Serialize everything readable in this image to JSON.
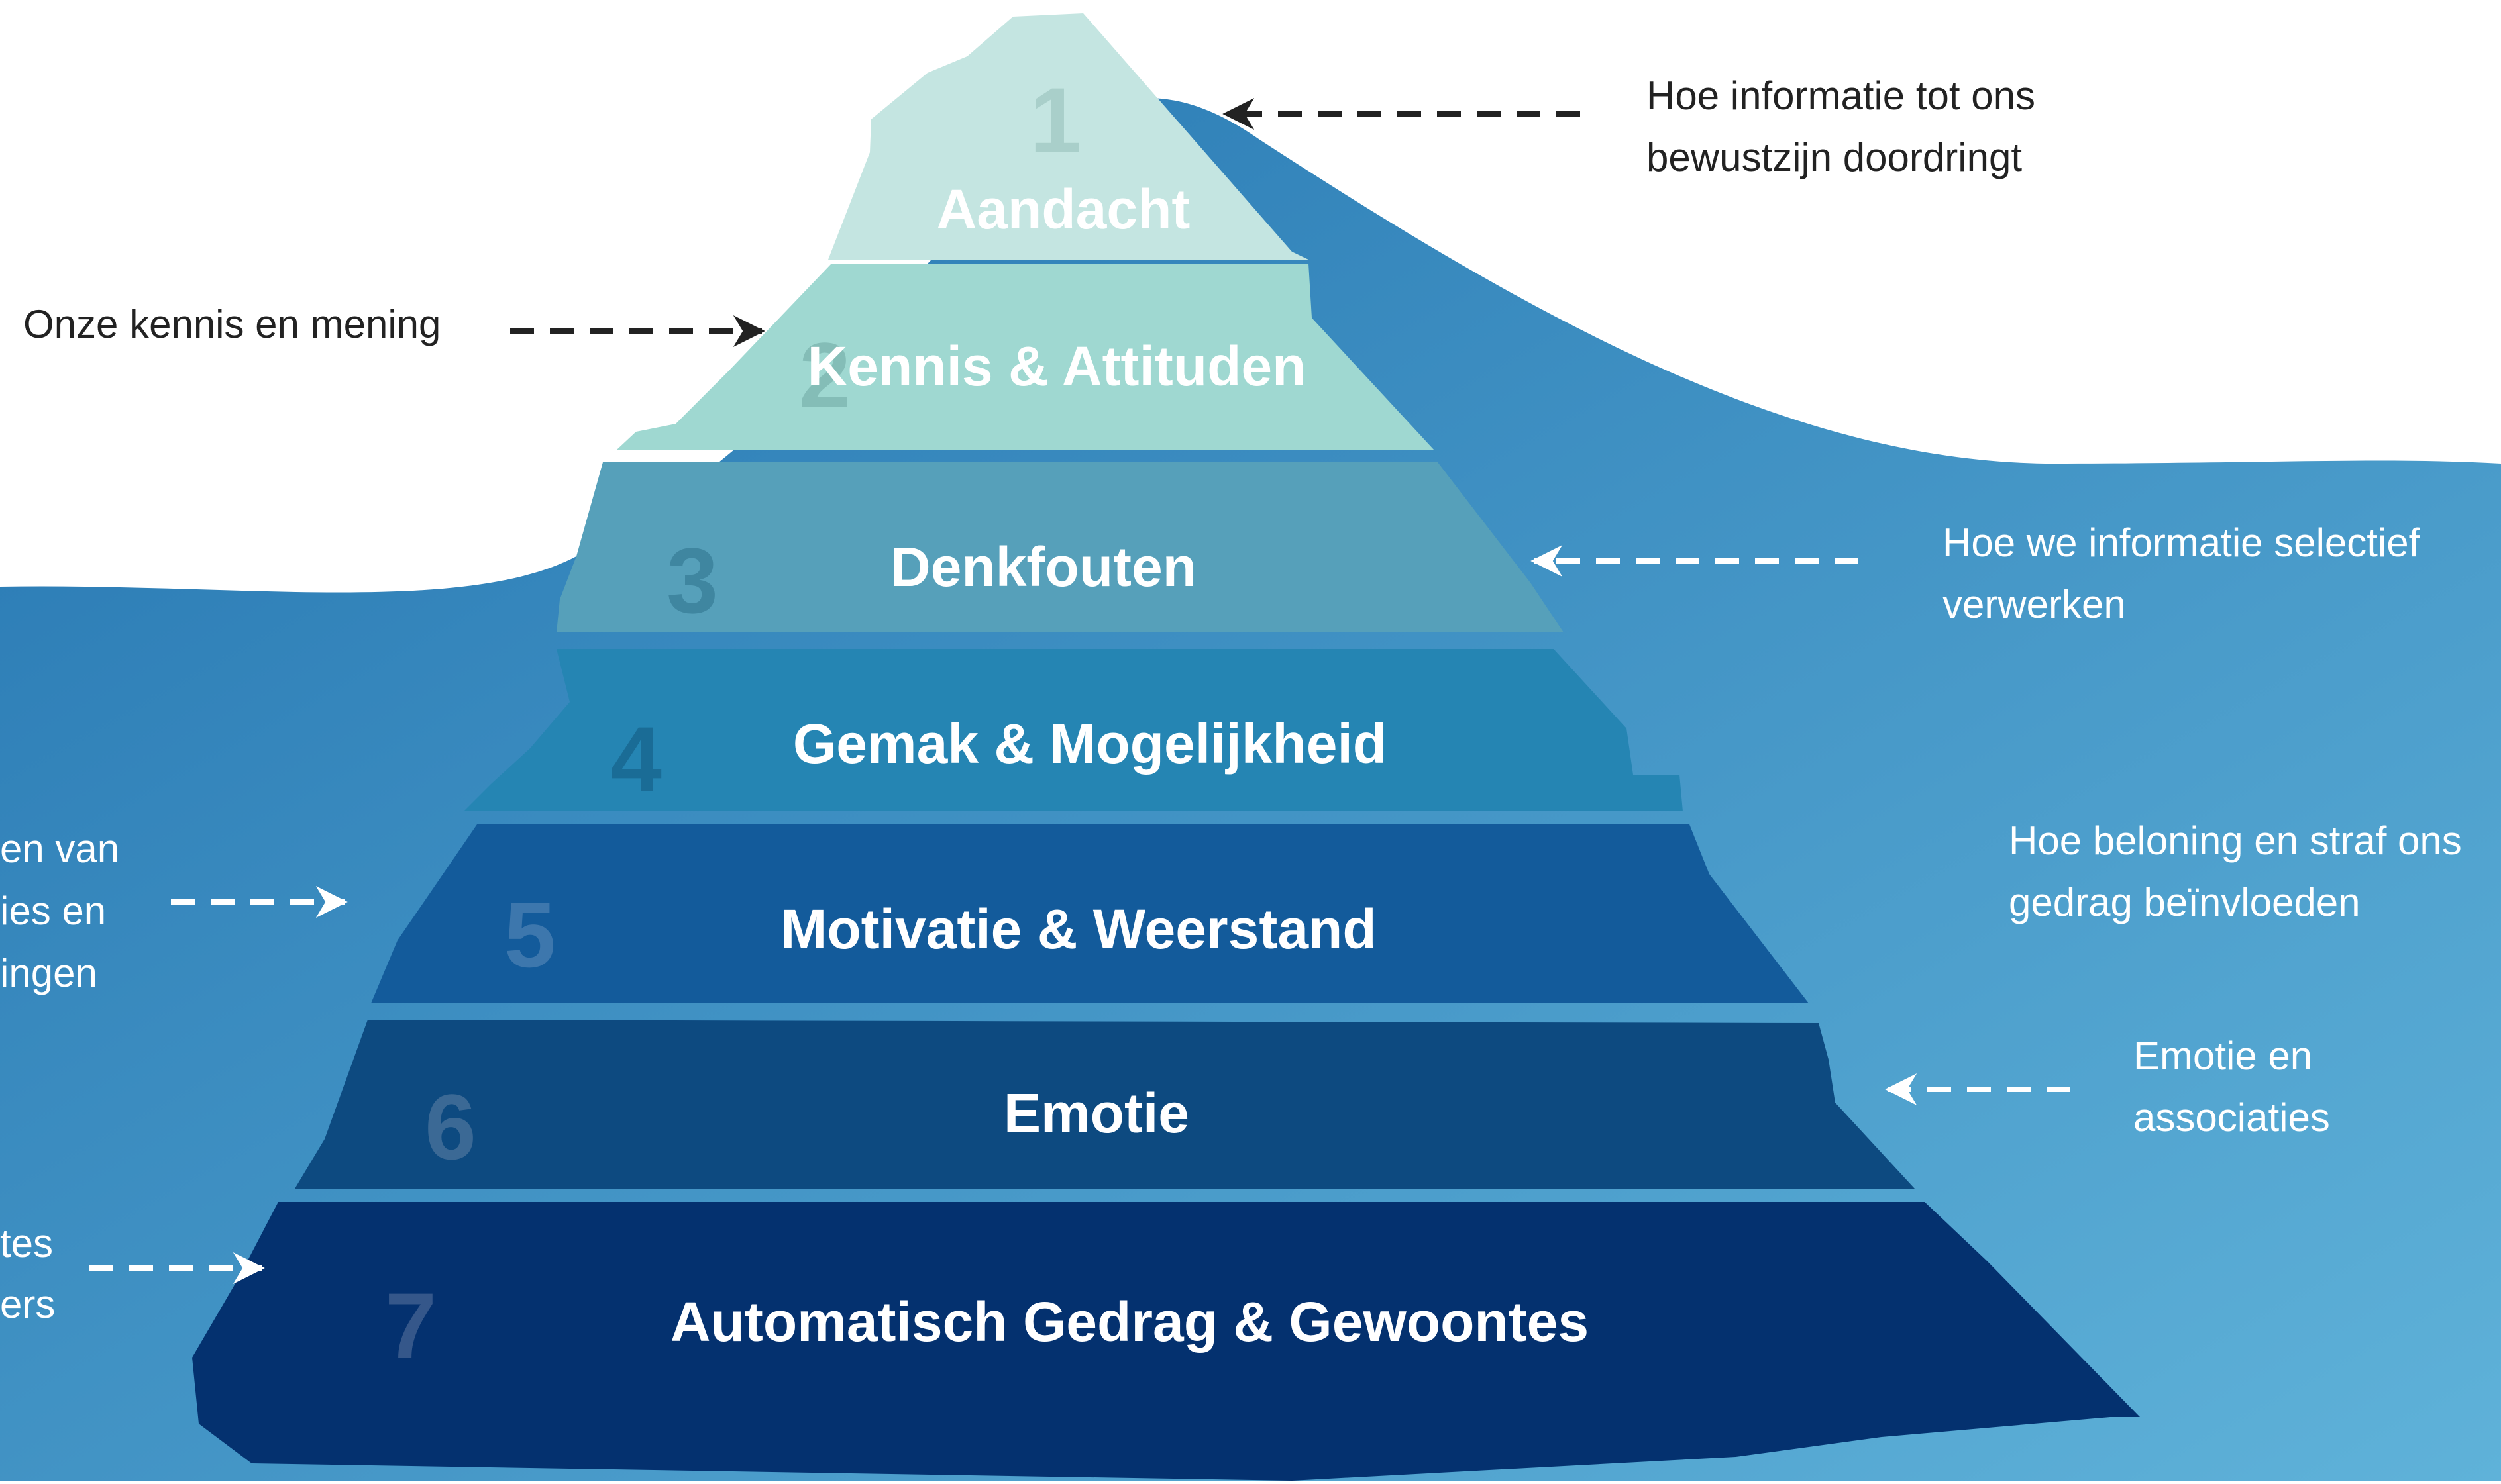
{
  "diagram": {
    "levels": [
      {
        "number": "1",
        "label": "Aandacht",
        "color": "#c4e5e1",
        "number_color": "#a9cfca"
      },
      {
        "number": "2",
        "label": "Kennis & Attituden",
        "color": "#9fd8d1",
        "number_color": "#84bdb7"
      },
      {
        "number": "3",
        "label": "Denkfouten",
        "color": "#56a0ba",
        "number_color": "#3f86a0"
      },
      {
        "number": "4",
        "label": "Gemak & Mogelijkheid",
        "color": "#2585b3",
        "number_color": "#1a6c96"
      },
      {
        "number": "5",
        "label": "Motivatie & Weerstand",
        "color": "#135b9b",
        "number_color": "#3d77ad"
      },
      {
        "number": "6",
        "label": "Emotie",
        "color": "#0d4a80",
        "number_color": "#3b6995"
      },
      {
        "number": "7",
        "label": "Automatisch Gedrag & Gewoontes",
        "color": "#04316f",
        "number_color": "#35578a"
      }
    ],
    "annotations": [
      {
        "line1": "Hoe informatie tot ons",
        "line2": "bewustzijn doordringt",
        "line3": ""
      },
      {
        "line1": "Onze kennis en mening",
        "line2": "",
        "line3": ""
      },
      {
        "line1": "Hoe we informatie selectief",
        "line2": "verwerken",
        "line3": ""
      },
      {
        "line1": "en van",
        "line2": "ies en",
        "line3": "ingen"
      },
      {
        "line1": "Hoe beloning en straf ons",
        "line2": "gedrag beïnvloeden",
        "line3": ""
      },
      {
        "line1": "Emotie en",
        "line2": "associaties",
        "line3": ""
      },
      {
        "line1": "tes",
        "line2": "ers",
        "line3": ""
      }
    ],
    "colors": {
      "sea_light": "#5fb2d9",
      "sea_dark": "#2474b0",
      "dark_text": "#222222",
      "light_text": "#ffffff"
    }
  }
}
